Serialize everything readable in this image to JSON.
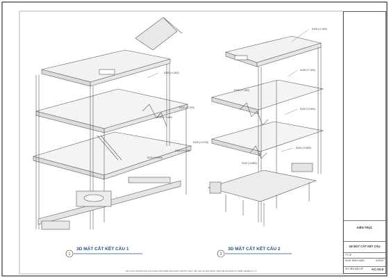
{
  "views": [
    {
      "number": "1",
      "title": "3D MẶT CẮT KẾT CẤU 1"
    },
    {
      "number": "2",
      "title": "3D MẶT CẮT KẾT CẤU 2"
    }
  ],
  "level_tags_view1": [
    "S105 (+1.500)",
    "S105 (+7.450)",
    "S120 (+7.576)",
    "S120 (+4.078)",
    "S120 (+4.078)",
    "S120 (+0.900)"
  ],
  "level_tags_view2": [
    "S105 (+1.400)",
    "S105 (+7.400)",
    "S120 (+7.400)",
    "S120 (+5.900)",
    "S120 (+0.500)",
    "S120 (+0.800)"
  ],
  "title_block": {
    "discipline": "KIẾN TRÚC",
    "drawing_title": "3D MẶT CẮT KẾT CẤU",
    "row1_label": "TỶ LỆ",
    "row2_label": "NGÀY ĐỊNH DẠNG",
    "row2_value": "10/2024",
    "sheet_label": "SỐ HIỆU BẢN VẼ",
    "sheet_number": "KC-02.8"
  },
  "footnote": "YÊU CẦU TRƯỚC KHI THI CÔNG CẦN KIỂM TRA KÍCH THƯỚC THỰC TẾ, KHI CÓ SAI KHÁC LIÊN HỆ VỚI ĐƠN VỊ THIẾT KẾ ĐỂ XỬ LÝ"
}
